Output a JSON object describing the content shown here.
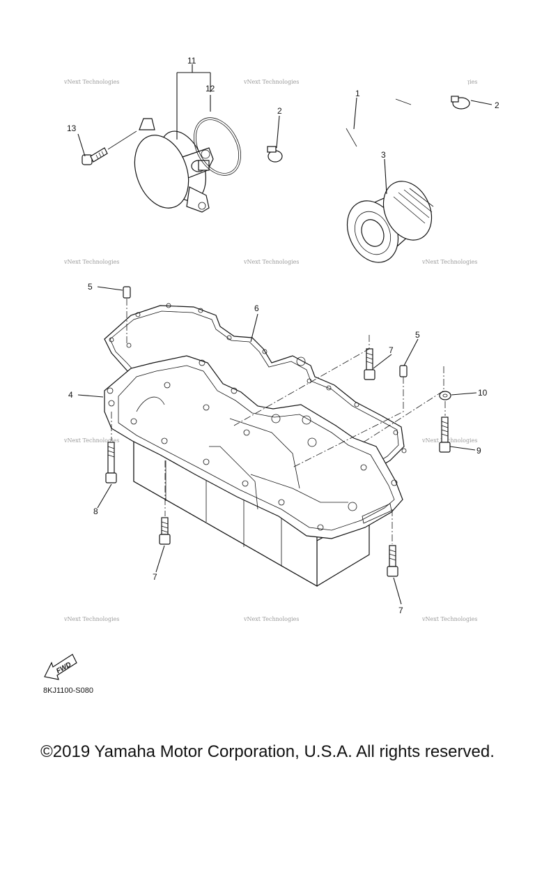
{
  "callouts": {
    "c1": "1",
    "c2a": "2",
    "c2b": "2",
    "c3": "3",
    "c4": "4",
    "c5a": "5",
    "c5b": "5",
    "c6": "6",
    "c7a": "7",
    "c7b": "7",
    "c7c": "7",
    "c8": "8",
    "c9": "9",
    "c10": "10",
    "c11": "11",
    "c12": "12",
    "c13": "13"
  },
  "watermark": {
    "text": "vNext Technologies"
  },
  "fwd_label": "FWD",
  "diagram_code": "8KJ1100-S080",
  "copyright": "©2019 Yamaha Motor Corporation, U.S.A. All rights reserved."
}
